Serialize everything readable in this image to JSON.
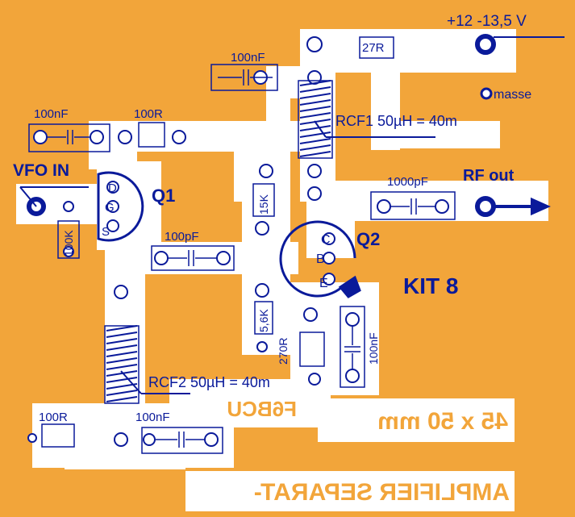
{
  "colors": {
    "board": "#f2a53a",
    "copper": "#ffffff",
    "ink": "#0a1a9a",
    "pad": "#ffffff"
  },
  "labels": {
    "supply": "+12 -13,5 V",
    "ground": "masse",
    "vfo_in": "VFO IN",
    "rf_out": "RF out",
    "q1": "Q1",
    "q2": "Q2",
    "kit": "KIT 8",
    "rcf1": "RCF1  50µH = 40m",
    "rcf2": "RCF2  50µH = 40m",
    "pin_d": "D",
    "pin_g": "G",
    "pin_s": "S",
    "pin_c": "C",
    "pin_b": "B",
    "pin_e": "E"
  },
  "components": {
    "c_top": "100nF",
    "r_top": "27R",
    "c_left": "100nF",
    "r_left": "100R",
    "c_out": "1000pF",
    "r_15k": "15K",
    "r_100k": "100K",
    "c_mid": "100pF",
    "r_56k": "5,6K",
    "r_270": "270R",
    "c_right": "100nF",
    "r_bottom": "100R",
    "c_bottom": "100nF"
  },
  "mirrored": {
    "callsign": "F6BCU",
    "size": "45 x 50 mm",
    "title": "AMPLIFIER SEPARAT-"
  }
}
